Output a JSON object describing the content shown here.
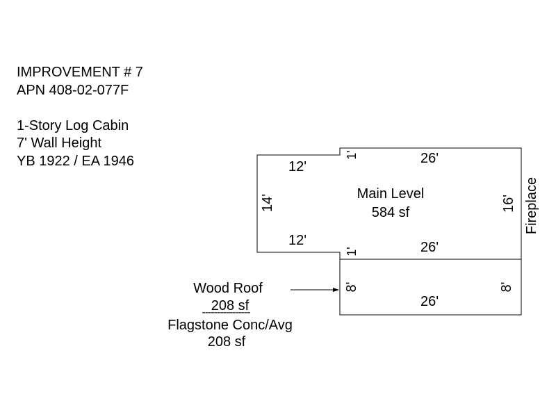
{
  "header": {
    "improvement": "IMPROVEMENT # 7",
    "apn": "APN 408-02-077F",
    "description": "1-Story Log Cabin",
    "wall_height": "7' Wall Height",
    "year_built": "YB 1922 / EA 1946"
  },
  "main_level": {
    "name": "Main Level",
    "area": "584 sf",
    "dims": {
      "top_left": "12'",
      "bottom_left": "12'",
      "top_right": "26'",
      "bottom_right": "26'",
      "left": "14'",
      "right": "16'",
      "step_top": "1'",
      "step_bottom": "1'"
    }
  },
  "fireplace_label": "Fireplace",
  "porch": {
    "top_label": "Wood Roof",
    "top_area": "208 sf",
    "divider": "----------------",
    "bottom_label": "Flagstone Conc/Avg",
    "bottom_area": "208 sf",
    "dims": {
      "left": "8'",
      "right": "8'",
      "bottom": "26'"
    }
  }
}
